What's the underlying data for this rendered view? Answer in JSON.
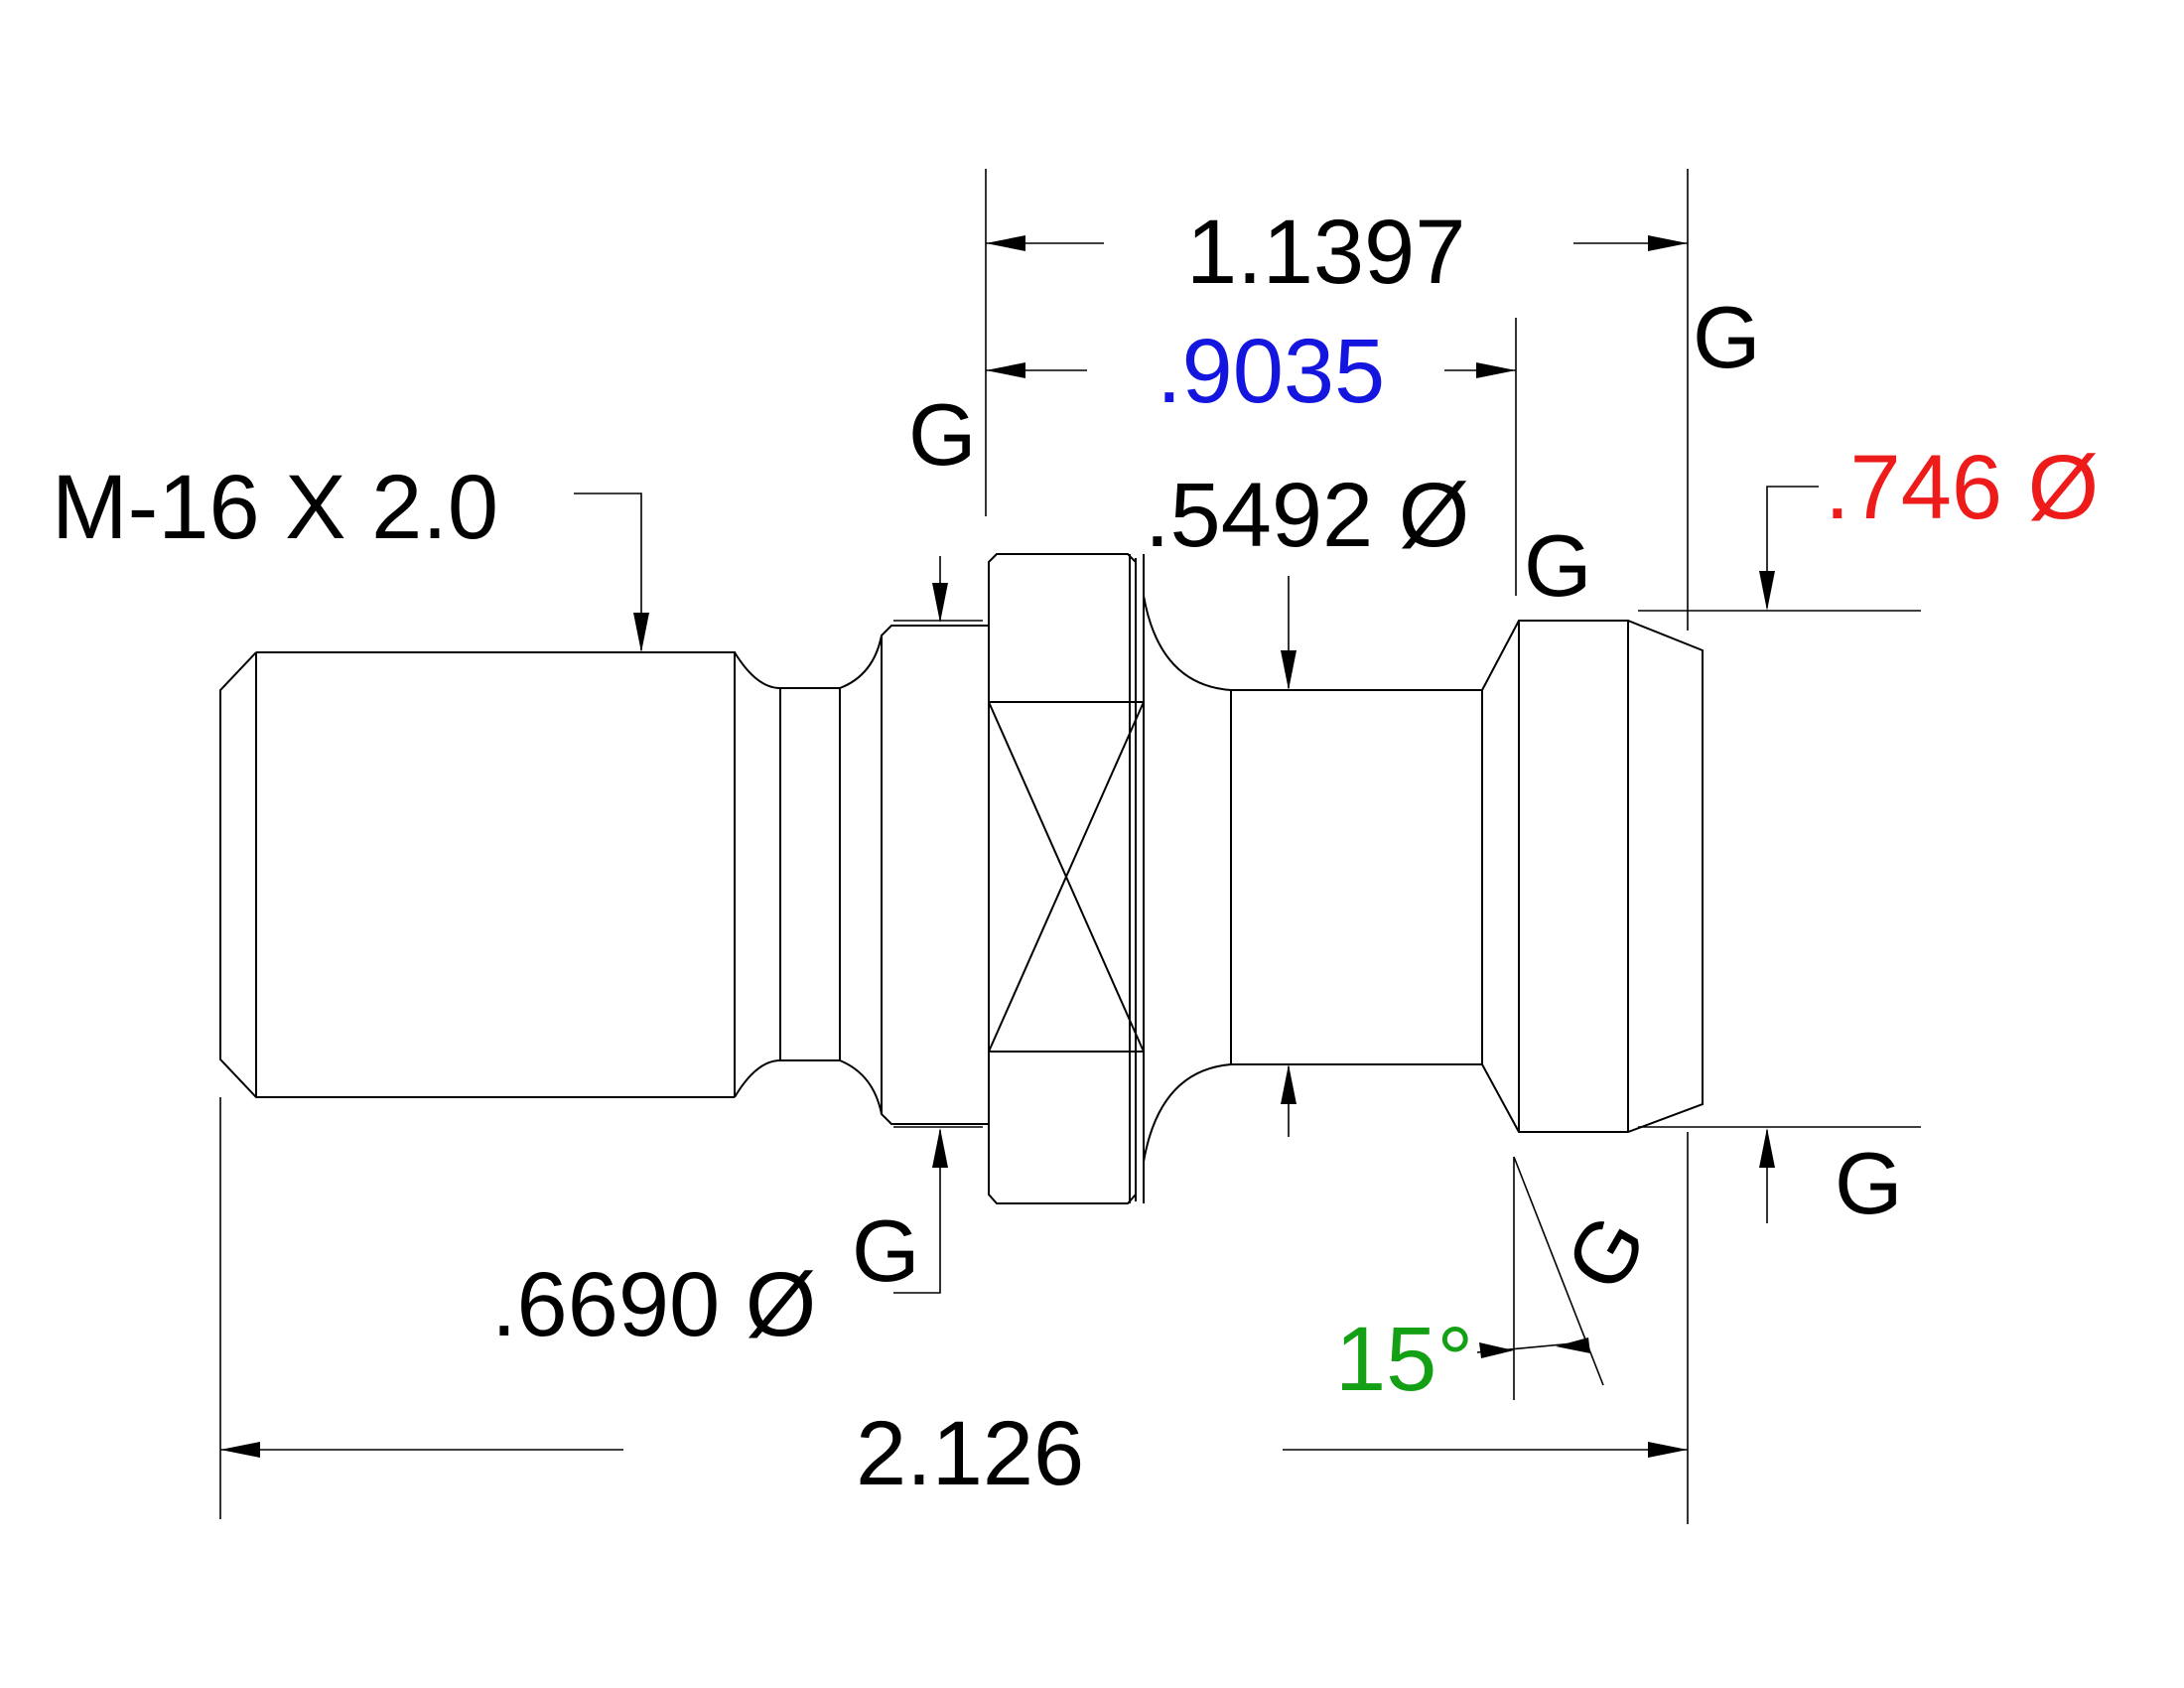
{
  "labels": {
    "thread": "M-16 X 2.0",
    "overall_length": "2.126",
    "length_1": "1.1397",
    "length_2": ".9035",
    "dia_1": ".5492 Ø",
    "dia_2": ".6690 Ø",
    "dia_3": ".746 Ø",
    "angle": "15°",
    "g": "G"
  },
  "colors": {
    "line": "#000000",
    "length_2": "#1515e0",
    "dia_3": "#ee1b1b",
    "angle": "#14a014"
  }
}
